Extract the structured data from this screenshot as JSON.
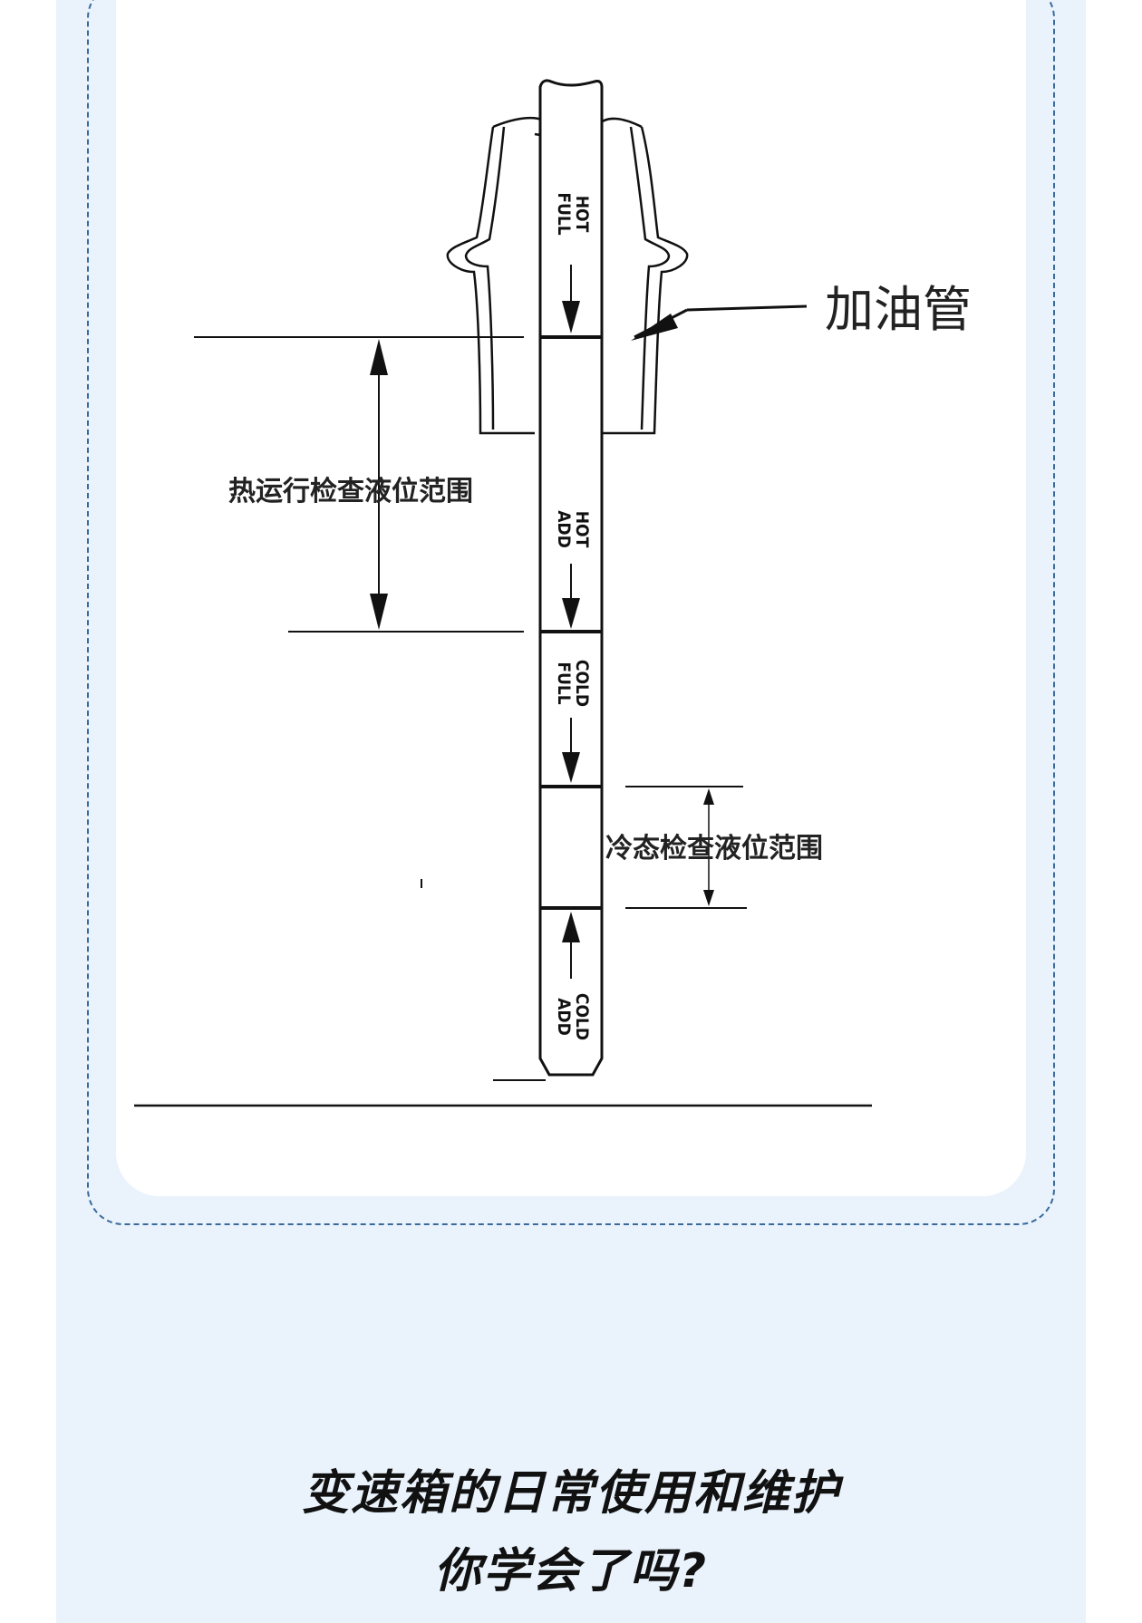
{
  "diagram": {
    "filler_tube_label": "加油管",
    "hot_range_label": "热运行检查液位范围",
    "cold_range_label": "冷态检查液位范围",
    "stamp_hot_full": [
      "HOT",
      "FULL"
    ],
    "stamp_hot_add": [
      "HOT",
      "ADD"
    ],
    "stamp_cold_full": [
      "COLD",
      "FULL"
    ],
    "stamp_cold_add": [
      "COLD",
      "ADD"
    ]
  },
  "caption": {
    "line1": "变速箱的日常使用和维护",
    "line2": "你学会了吗?"
  },
  "colors": {
    "panel_background": "#eaf3fc",
    "frame_dashed_border": "#3a6a9c",
    "line": "#111111"
  }
}
